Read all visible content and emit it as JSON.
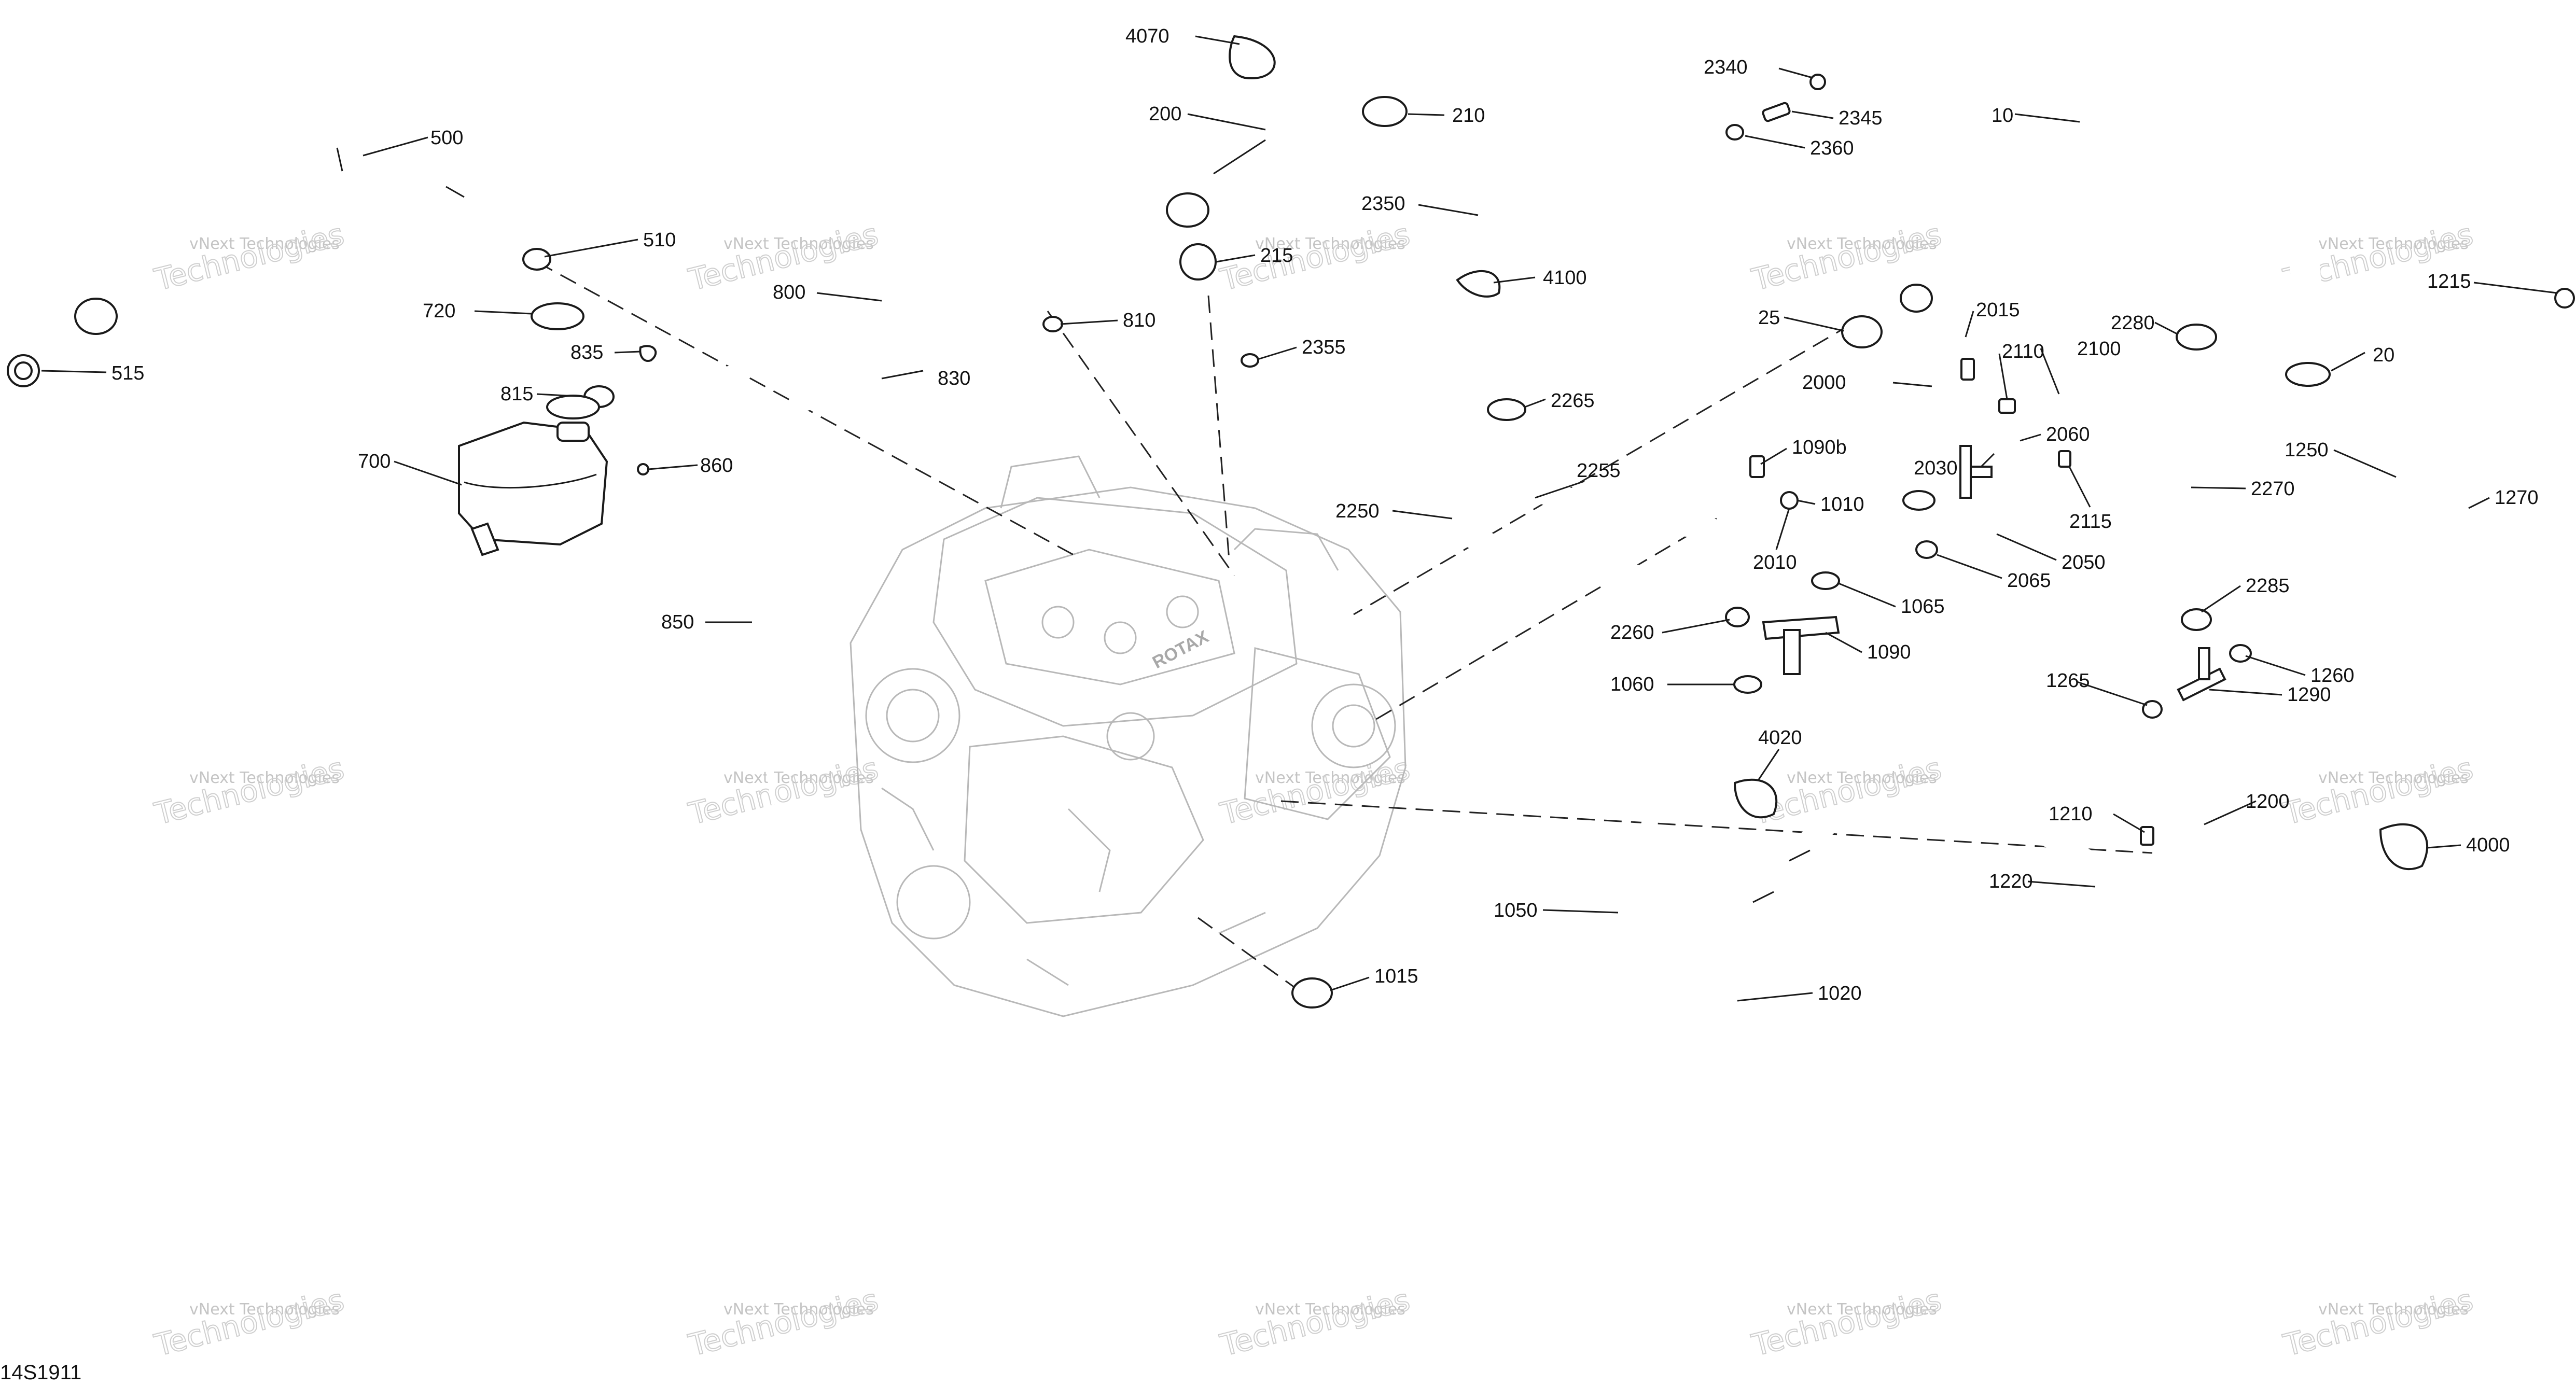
{
  "parts": [
    {
      "id": "p500",
      "label": "500"
    },
    {
      "id": "p510",
      "label": "510"
    },
    {
      "id": "p515",
      "label": "515"
    },
    {
      "id": "p720",
      "label": "720"
    },
    {
      "id": "p835",
      "label": "835"
    },
    {
      "id": "p815",
      "label": "815"
    },
    {
      "id": "p700",
      "label": "700"
    },
    {
      "id": "p860",
      "label": "860"
    },
    {
      "id": "p850",
      "label": "850"
    },
    {
      "id": "p800",
      "label": "800"
    },
    {
      "id": "p830",
      "label": "830"
    },
    {
      "id": "p810",
      "label": "810"
    },
    {
      "id": "p4070",
      "label": "4070"
    },
    {
      "id": "p200",
      "label": "200"
    },
    {
      "id": "p210",
      "label": "210"
    },
    {
      "id": "p215",
      "label": "215"
    },
    {
      "id": "p2350",
      "label": "2350"
    },
    {
      "id": "p4100",
      "label": "4100"
    },
    {
      "id": "p2355",
      "label": "2355"
    },
    {
      "id": "p2340",
      "label": "2340"
    },
    {
      "id": "p2345",
      "label": "2345"
    },
    {
      "id": "p2360",
      "label": "2360"
    },
    {
      "id": "p10",
      "label": "10"
    },
    {
      "id": "p25",
      "label": "25"
    },
    {
      "id": "p2015",
      "label": "2015"
    },
    {
      "id": "p2000",
      "label": "2000"
    },
    {
      "id": "p2110",
      "label": "2110"
    },
    {
      "id": "p2100",
      "label": "2100"
    },
    {
      "id": "p2030",
      "label": "2030"
    },
    {
      "id": "p2060",
      "label": "2060"
    },
    {
      "id": "p2115",
      "label": "2115"
    },
    {
      "id": "p2050",
      "label": "2050"
    },
    {
      "id": "p2065",
      "label": "2065"
    },
    {
      "id": "p2280",
      "label": "2280"
    },
    {
      "id": "p1215",
      "label": "1215"
    },
    {
      "id": "p20",
      "label": "20"
    },
    {
      "id": "p2265",
      "label": "2265"
    },
    {
      "id": "p2255",
      "label": "2255"
    },
    {
      "id": "p2250",
      "label": "2250"
    },
    {
      "id": "p1090b",
      "label": "1090b"
    },
    {
      "id": "p1010",
      "label": "1010"
    },
    {
      "id": "p2010",
      "label": "2010"
    },
    {
      "id": "p1065",
      "label": "1065"
    },
    {
      "id": "p2260",
      "label": "2260"
    },
    {
      "id": "p1090",
      "label": "1090"
    },
    {
      "id": "p1060",
      "label": "1060"
    },
    {
      "id": "p4020",
      "label": "4020"
    },
    {
      "id": "p2270",
      "label": "2270"
    },
    {
      "id": "p1250",
      "label": "1250"
    },
    {
      "id": "p1270",
      "label": "1270"
    },
    {
      "id": "p2285",
      "label": "2285"
    },
    {
      "id": "p1260",
      "label": "1260"
    },
    {
      "id": "p1265",
      "label": "1265"
    },
    {
      "id": "p1290",
      "label": "1290"
    },
    {
      "id": "p1200",
      "label": "1200"
    },
    {
      "id": "p1210",
      "label": "1210"
    },
    {
      "id": "p4000",
      "label": "4000"
    },
    {
      "id": "p1220",
      "label": "1220"
    },
    {
      "id": "p1050",
      "label": "1050"
    },
    {
      "id": "p1015",
      "label": "1015"
    },
    {
      "id": "p1020",
      "label": "1020"
    }
  ],
  "watermark": {
    "line1": "vNext Technologies",
    "line2": "Technologies"
  },
  "engine_brand": "ROTAX",
  "figure_id": "14S1911"
}
